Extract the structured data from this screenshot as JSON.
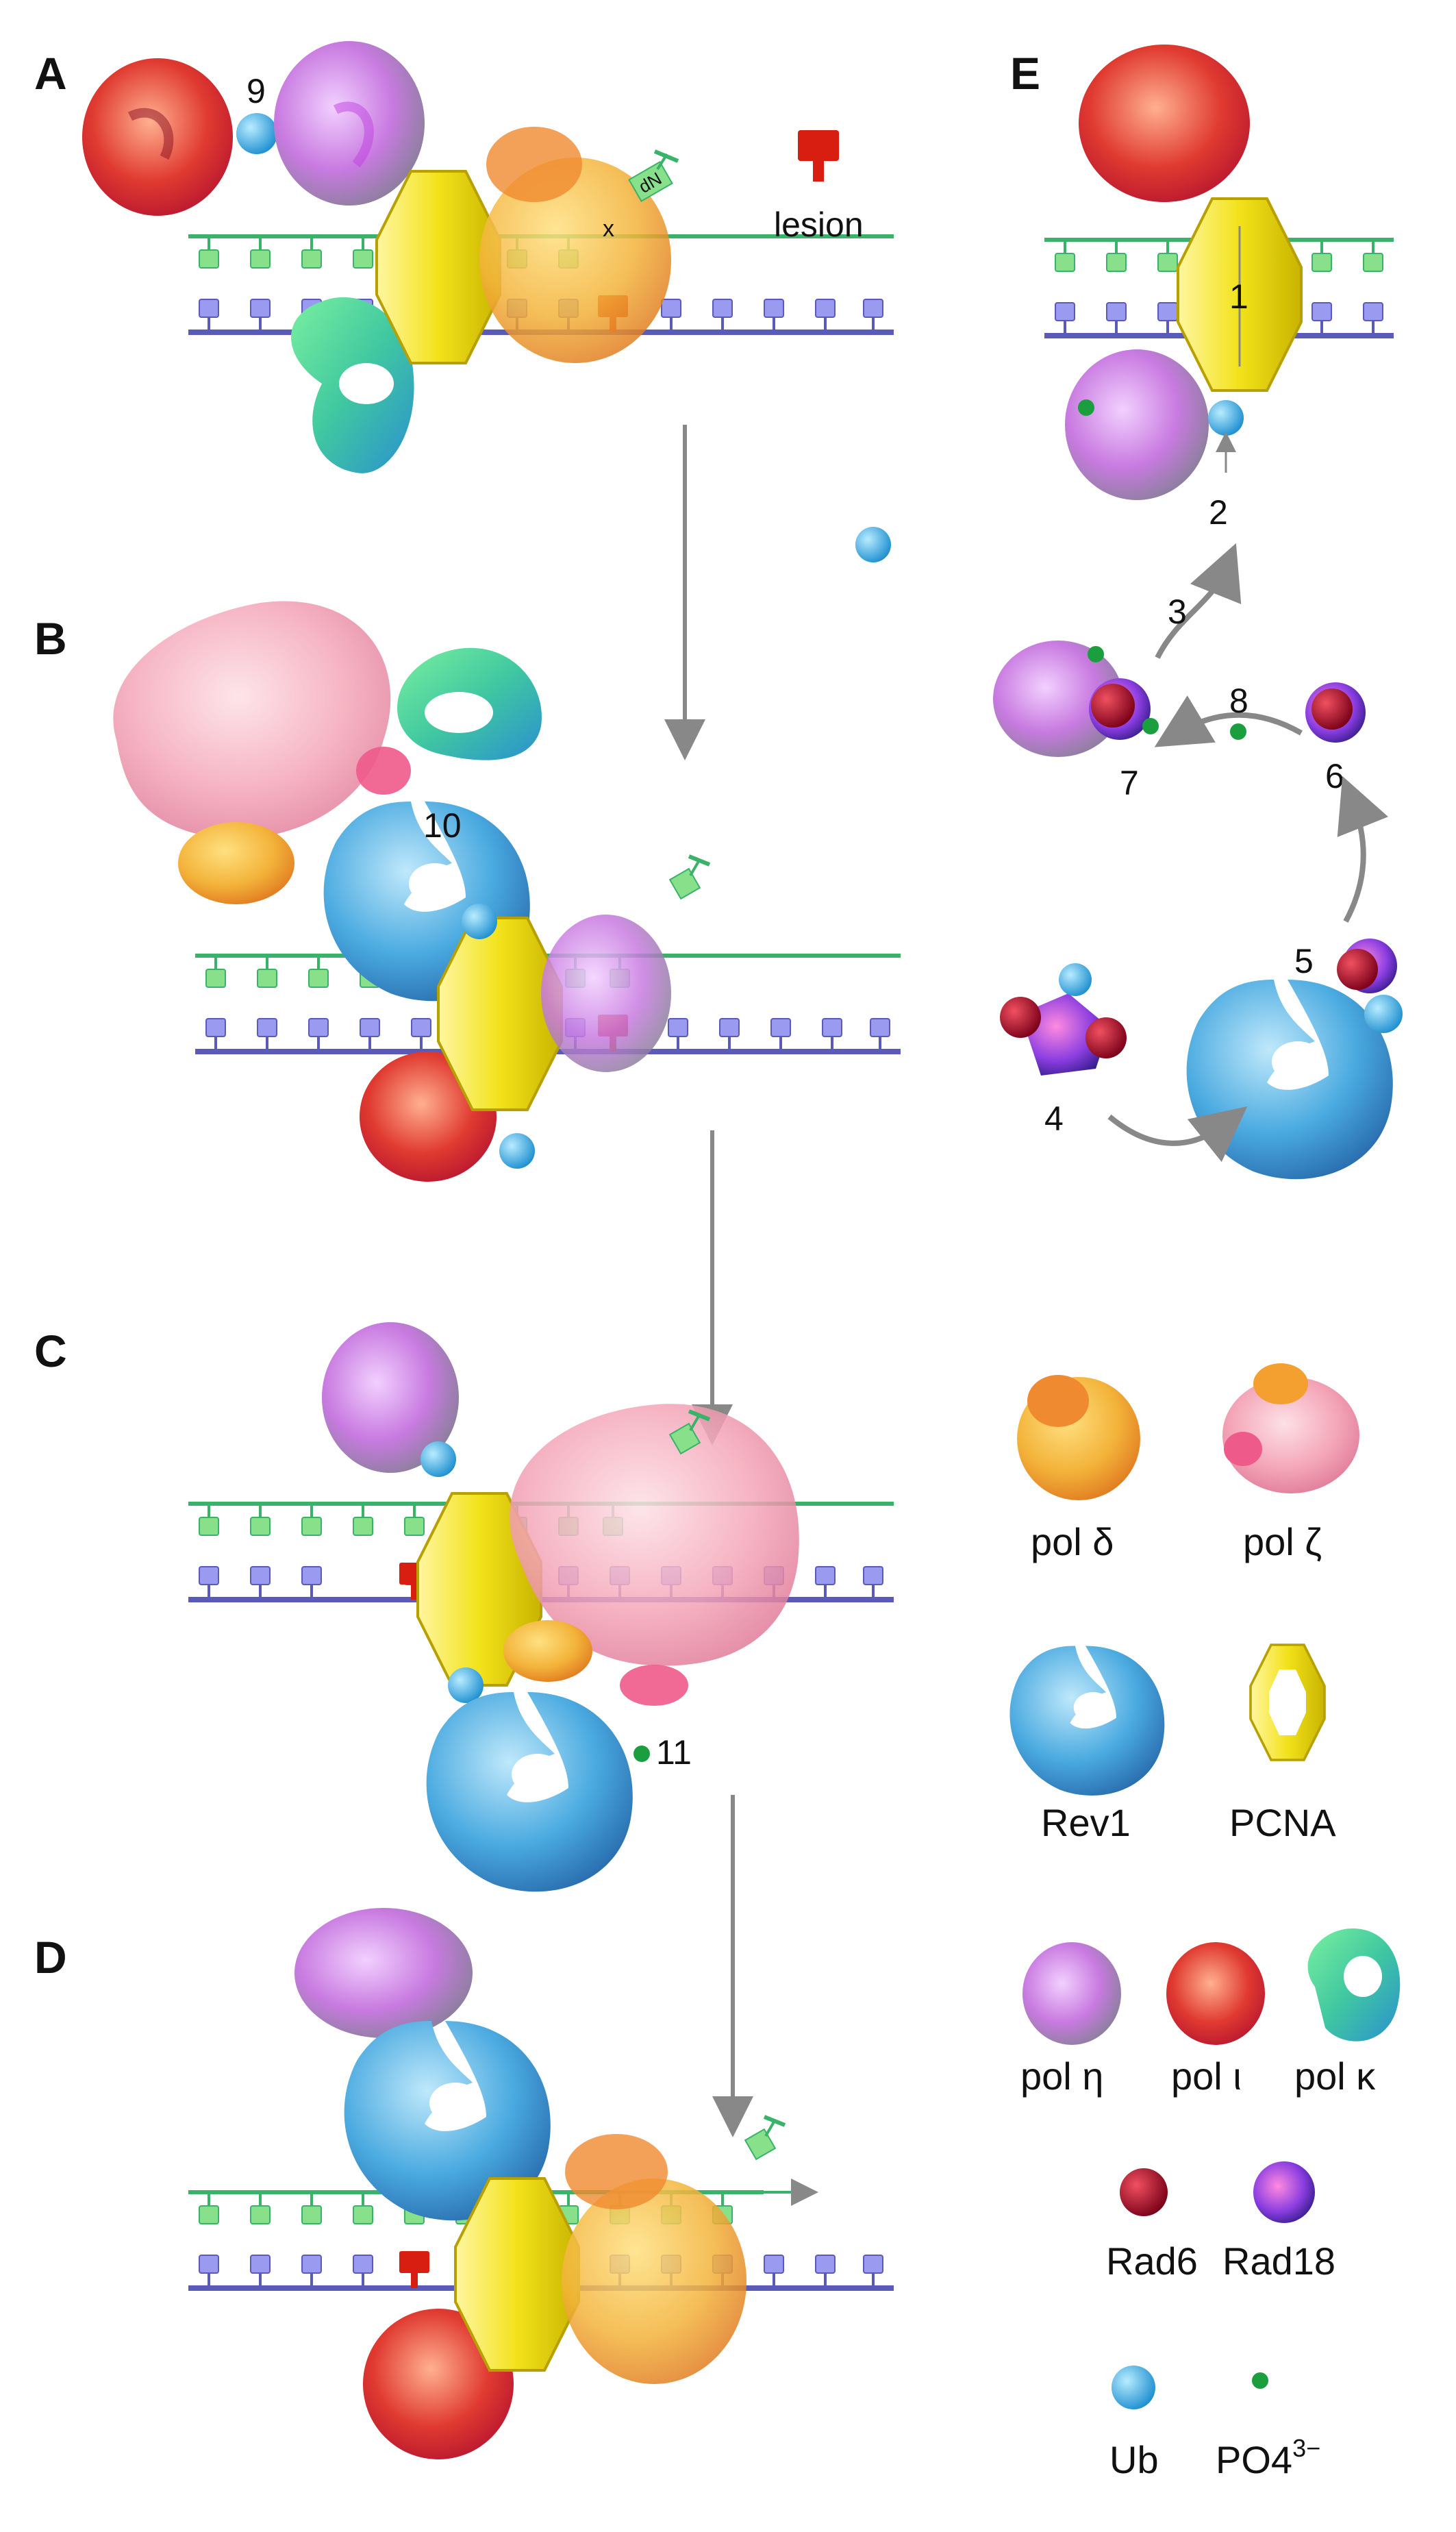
{
  "panels": {
    "a": "A",
    "b": "B",
    "c": "C",
    "d": "D",
    "e": "E"
  },
  "numbers": {
    "n1": "1",
    "n2": "2",
    "n3": "3",
    "n4": "4",
    "n5": "5",
    "n6": "6",
    "n7": "7",
    "n8": "8",
    "n9": "9",
    "n10": "10",
    "n11": "11"
  },
  "labels": {
    "lesion": "lesion",
    "dn": "dN"
  },
  "legend": {
    "pol_delta": "pol δ",
    "pol_zeta": "pol ζ",
    "rev1": "Rev1",
    "pcna": "PCNA",
    "pol_eta": "pol η",
    "pol_iota": "pol ι",
    "pol_kappa": "pol κ",
    "rad6": "Rad6",
    "rad18": "Rad18",
    "ub": "Ub",
    "po4": "PO4",
    "po4_charge": "3−"
  },
  "colors": {
    "template_strand": "#5a5ab8",
    "template_base": "#9a9af0",
    "primer_strand": "#39b36a",
    "primer_base": "#88e08a",
    "lesion": "#d81e10",
    "pcna": "#f2e21a",
    "ub": "#36b6ea",
    "phosphate": "#1b9e3e",
    "rad6": "#b0102a",
    "rad18": "#8a3de0",
    "pol_delta": "#f0a030",
    "pol_zeta": "#f4a6b8",
    "rev1": "#4aaae0",
    "pol_eta": "#c87ae0",
    "pol_iota": "#e03a30",
    "pol_kappa": "#40c8a0",
    "arrow": "#888888"
  }
}
